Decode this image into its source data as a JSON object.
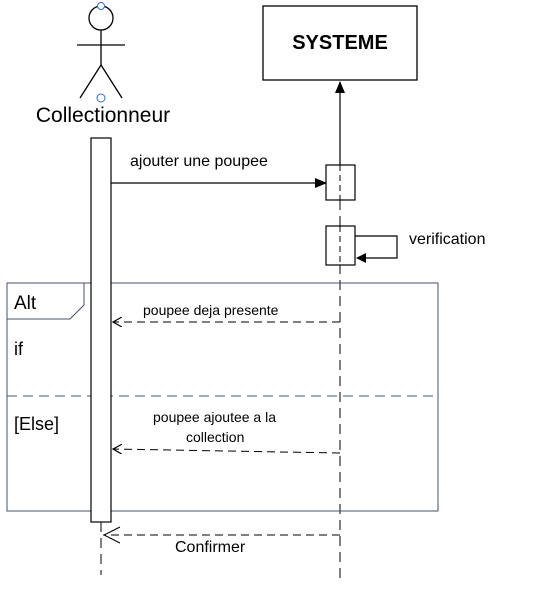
{
  "actor": {
    "name": "Collectionneur"
  },
  "system": {
    "name": "SYSTEME"
  },
  "messages": {
    "add_doll": "ajouter une poupee",
    "verification": "verification",
    "already_present": "poupee deja presente",
    "added_line1": "poupee ajoutee a la",
    "added_line2": "collection",
    "confirm": "Confirmer"
  },
  "fragment": {
    "operator": "Alt",
    "guard_if": "if",
    "guard_else": "[Else]"
  },
  "colors": {
    "line": "#000000",
    "fragment_border": "#4a4f6b",
    "actor_joint": "#2f6fbf"
  }
}
